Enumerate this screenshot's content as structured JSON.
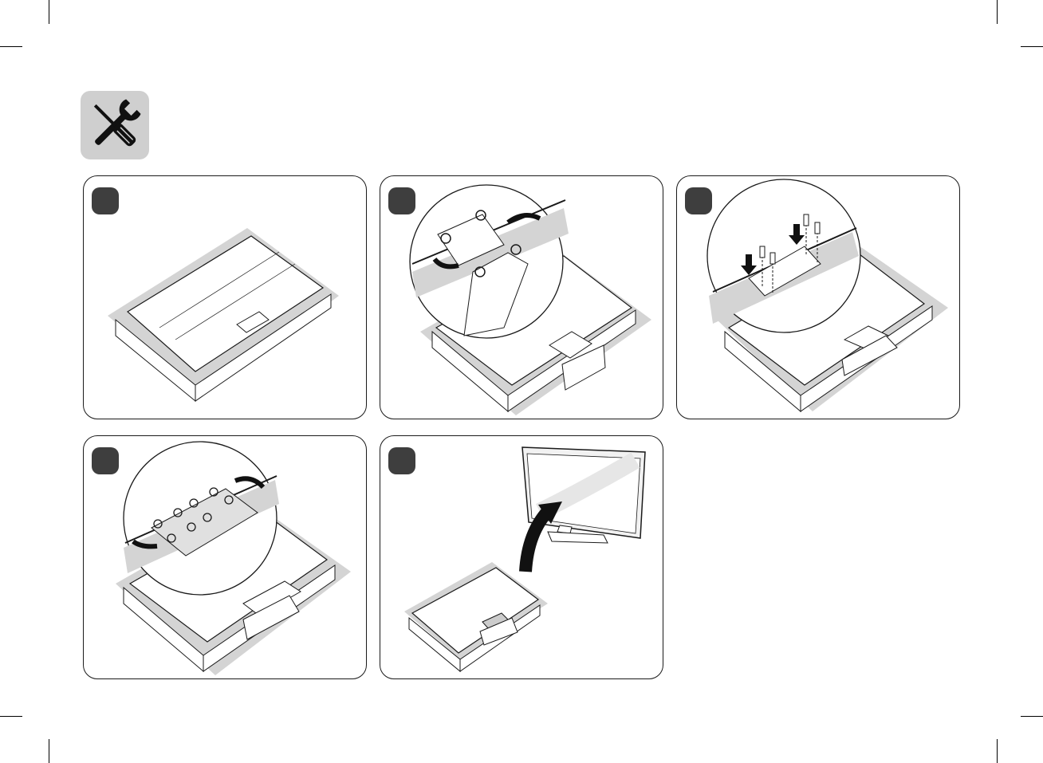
{
  "page": {
    "icons": {
      "tools": "screwdriver-wrench-icon",
      "rotate_arrow": "curved-arrow-icon",
      "down_arrow": "arrow-down-icon",
      "screw": "screw-icon"
    },
    "colors": {
      "badge": "#3e3e3e",
      "icon_bg": "#cfcfcf",
      "table_shadow": "#d4d4d4",
      "line": "#1a1a1a"
    }
  },
  "steps": [
    {
      "id": 1,
      "scene": "tv-face-down"
    },
    {
      "id": 2,
      "scene": "attach-stand-body"
    },
    {
      "id": 3,
      "scene": "insert-screws"
    },
    {
      "id": 4,
      "scene": "attach-cover"
    },
    {
      "id": 5,
      "scene": "stand-tv-upright"
    }
  ]
}
